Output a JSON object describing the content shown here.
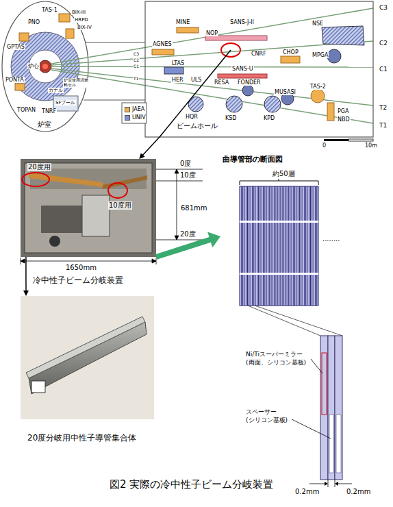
{
  "diagram": {
    "caption": "図2 実際の冷中性子ビーム分岐装置",
    "nodes": [
      {
        "text": [
          "炉室"
        ]
      },
      {
        "text": [
          "ビームホール"
        ]
      },
      {
        "text": [
          "冷中性子ビーム分岐装置"
        ]
      },
      {
        "text": [
          "20度分岐用中性子導管集合体"
        ]
      },
      {
        "text": [
          "曲導管部の断面図",
          "約50層"
        ]
      }
    ],
    "edges": [
      {
        "from": 1,
        "to": 2,
        "arrow": "to"
      },
      {
        "from": 2,
        "to": 3,
        "arrow": "to"
      },
      {
        "from": 2,
        "to": 4,
        "arrow": "to"
      }
    ],
    "labels": [
      "TAS-1",
      "PNO",
      "BIX-III",
      "HRPD",
      "BIX-IV",
      "GPTAS",
      "PONTA",
      "TOPAN",
      "TNRF",
      "炉心",
      "カナル",
      "炉室使用済燃料セル",
      "SFプール",
      "AGNES",
      "MINE",
      "NOP",
      "SANS-J-II",
      "NSE",
      "CNRF",
      "CHOP",
      "MPGA",
      "LTAS",
      "HER",
      "ULS",
      "SANS-U",
      "RESA",
      "FONDER",
      "MUSASI",
      "TAS-2",
      "HQR",
      "KSD",
      "KPD",
      "PGA",
      "NBD",
      "C3",
      "C2",
      "C1",
      "T2",
      "T1",
      "C3",
      "C2",
      "C1",
      "T1",
      "0",
      "10m",
      "20度用",
      "10度用",
      "0度",
      "10度",
      "681mm",
      "20度",
      "1650mm",
      "........",
      "Ni/Tiスーパーミラー",
      "(両面、シリコン基板)",
      "スペーサー",
      "(シリコン基板)",
      "0.2mm",
      "0.2mm"
    ],
    "legend": [
      {
        "text": "JAEA",
        "color": "#f0b050"
      },
      {
        "text": "UNIV",
        "color": "#7d8fd0"
      }
    ]
  }
}
